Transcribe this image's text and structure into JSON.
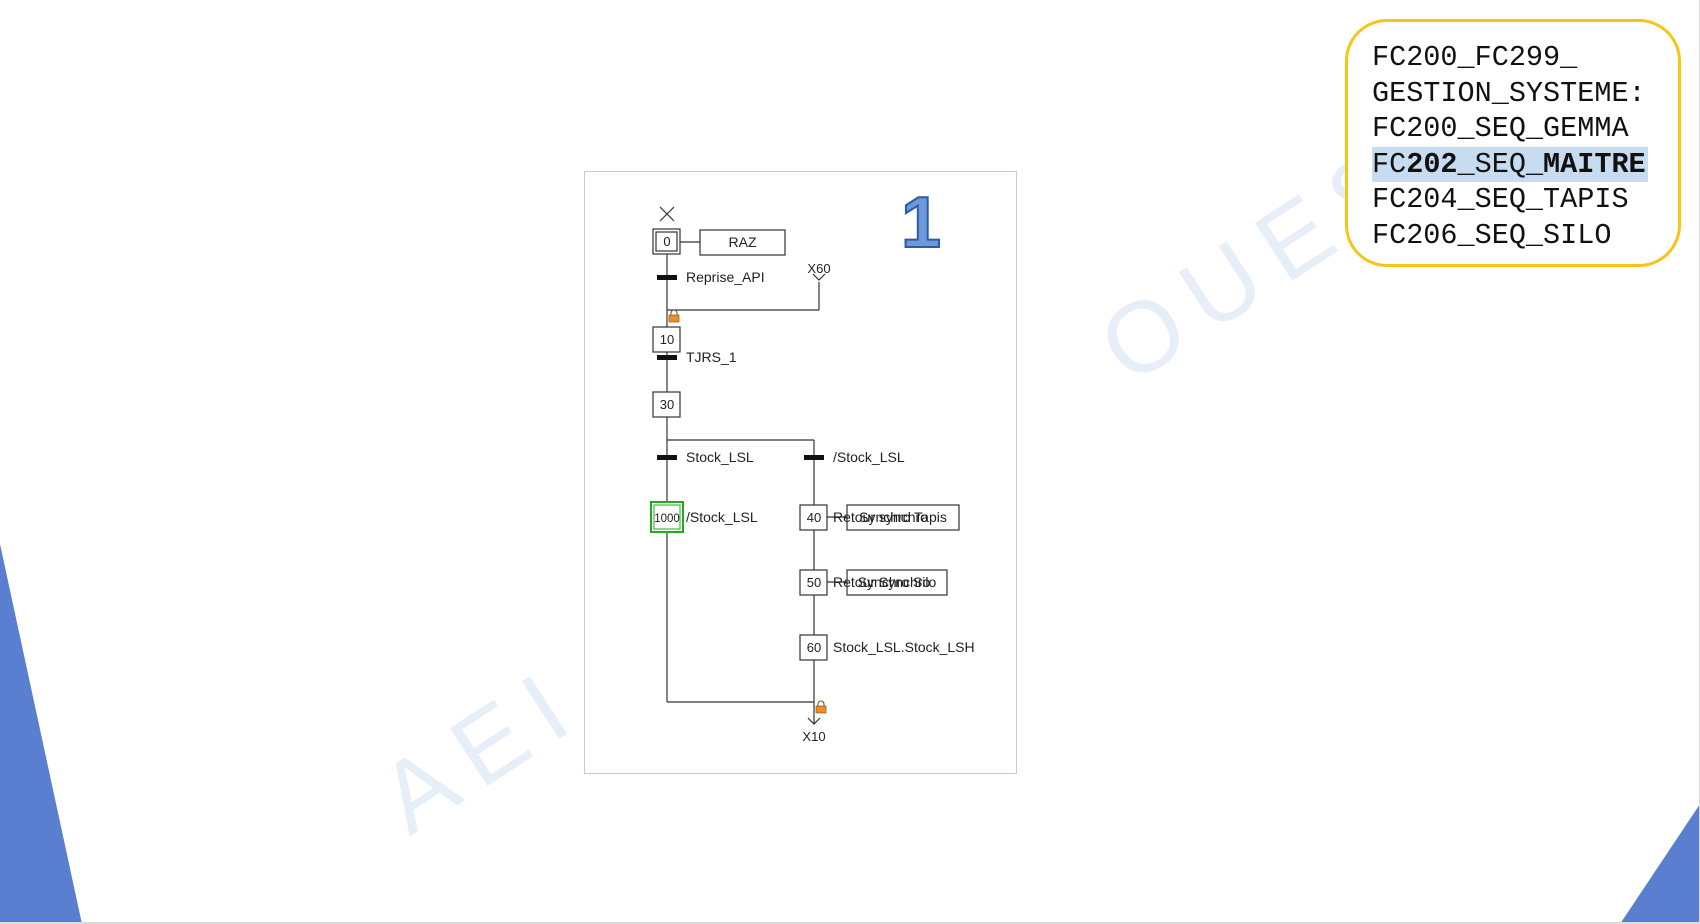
{
  "watermark": {
    "left": "AEI E",
    "right": "OUEST"
  },
  "callout": {
    "line1": "FC200_FC299_",
    "line2": "GESTION_SYSTEME:",
    "line3": "FC200_SEQ_GEMMA",
    "line4_prefix": "FC",
    "line4_bold1": "202",
    "line4_mid": "_SEQ_",
    "line4_bold2": "MAITRE",
    "line5": "FC204_SEQ_TAPIS",
    "line6": "FC206_SEQ_SILO"
  },
  "diagram": {
    "page_number": "1",
    "steps": {
      "s0": "0",
      "s10": "10",
      "s30": "30",
      "s1000": "1000",
      "s40": "40",
      "s50": "50",
      "s60": "60"
    },
    "actions": {
      "raz": "RAZ",
      "synchro_tapis": "Synchro Tapis",
      "synchro_silo": "Synchro Silo"
    },
    "transitions": {
      "reprise_api": "Reprise_API",
      "tjrs_1": "TJRS_1",
      "stock_lsl": "Stock_LSL",
      "not_stock_lsl_right": "/Stock_LSL",
      "not_stock_lsl_left": "/Stock_LSL",
      "retour_synchro_1": "Retour synchro",
      "retour_synchro_2": "Retour Synchro",
      "stock_lsl_lsh": "Stock_LSL.Stock_LSH"
    },
    "references": {
      "x60": "X60",
      "x10": "X10"
    },
    "colors": {
      "active_step": "#22aa22",
      "lock": "#e8902a",
      "line": "#333333"
    }
  }
}
